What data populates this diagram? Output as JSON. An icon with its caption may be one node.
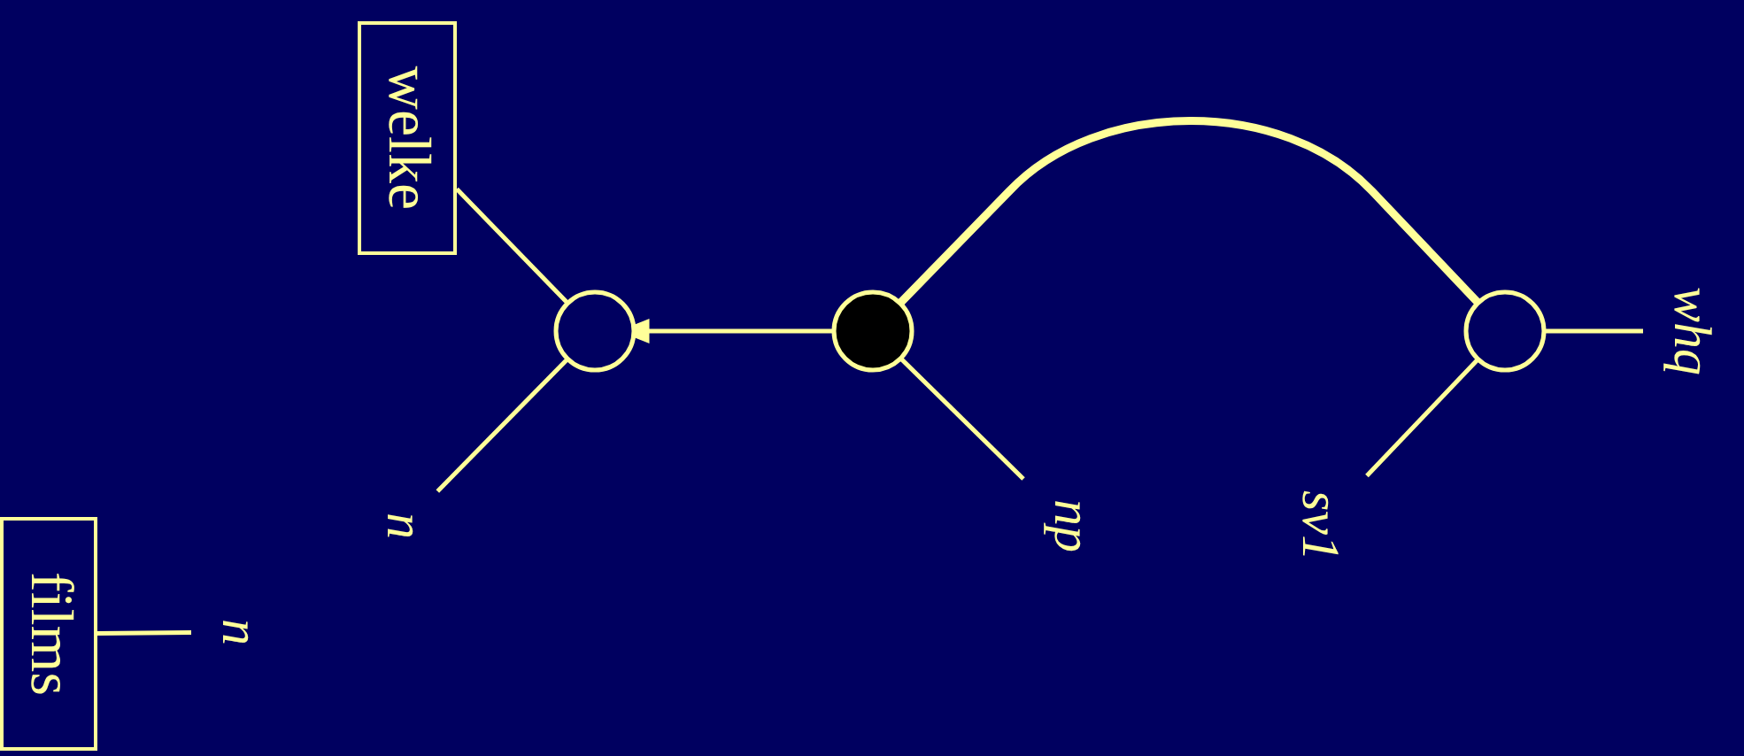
{
  "diagram": {
    "nodes": [
      {
        "text": [
          "welke"
        ]
      },
      {
        "text": [],
        "shape": "circle"
      },
      {
        "text": [],
        "shape": "circle"
      },
      {
        "text": [],
        "shape": "circle"
      },
      {
        "text": [
          "n"
        ]
      },
      {
        "text": [
          "np"
        ]
      },
      {
        "text": [
          "sv1"
        ]
      },
      {
        "text": [
          "whq"
        ]
      },
      {
        "text": [
          "films"
        ]
      },
      {
        "text": [
          "n"
        ]
      }
    ],
    "edges": [
      {
        "from": 0,
        "to": 1,
        "arrow": "none"
      },
      {
        "from": 1,
        "to": 4,
        "arrow": "none"
      },
      {
        "from": 2,
        "to": 1,
        "arrow": "to"
      },
      {
        "from": 2,
        "to": 5,
        "arrow": "none"
      },
      {
        "from": 2,
        "to": 3,
        "arrow": "none",
        "style": "thick"
      },
      {
        "from": 3,
        "to": 6,
        "arrow": "none"
      },
      {
        "from": 3,
        "to": 7,
        "arrow": "none"
      },
      {
        "from": 8,
        "to": 9,
        "arrow": "none"
      }
    ]
  }
}
